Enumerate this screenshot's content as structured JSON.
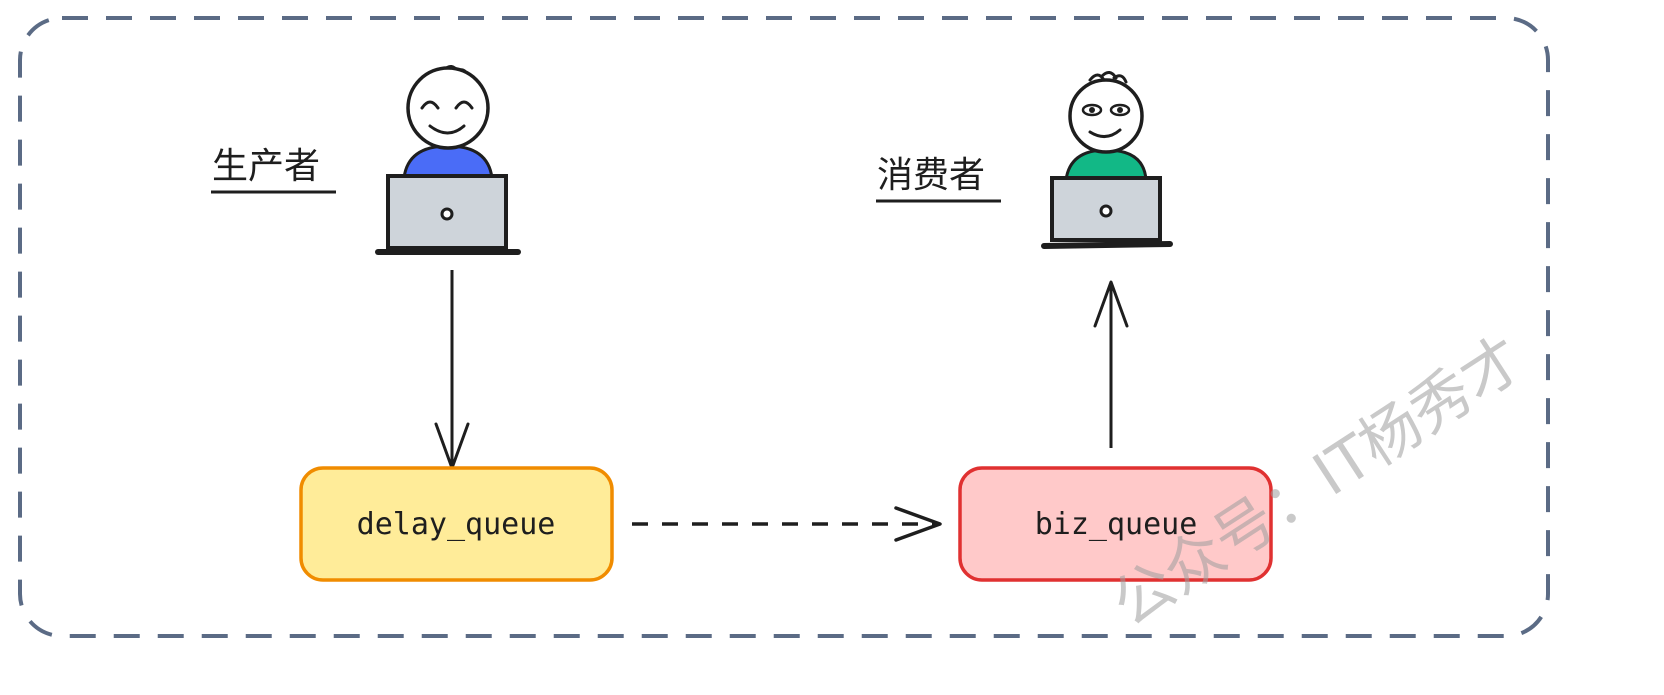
{
  "producer": {
    "label": "生产者",
    "shirt_color": "#4a6cf7"
  },
  "consumer": {
    "label": "消费者",
    "shirt_color": "#12b886"
  },
  "queues": {
    "delay": {
      "label": "delay_queue",
      "fill": "#ffec99",
      "stroke": "#f08c00"
    },
    "biz": {
      "label": "biz_queue",
      "fill": "#ffc9c9",
      "stroke": "#e03131"
    }
  },
  "container": {
    "stroke": "#5b6b85"
  },
  "watermark": "公众号：IT杨秀才"
}
